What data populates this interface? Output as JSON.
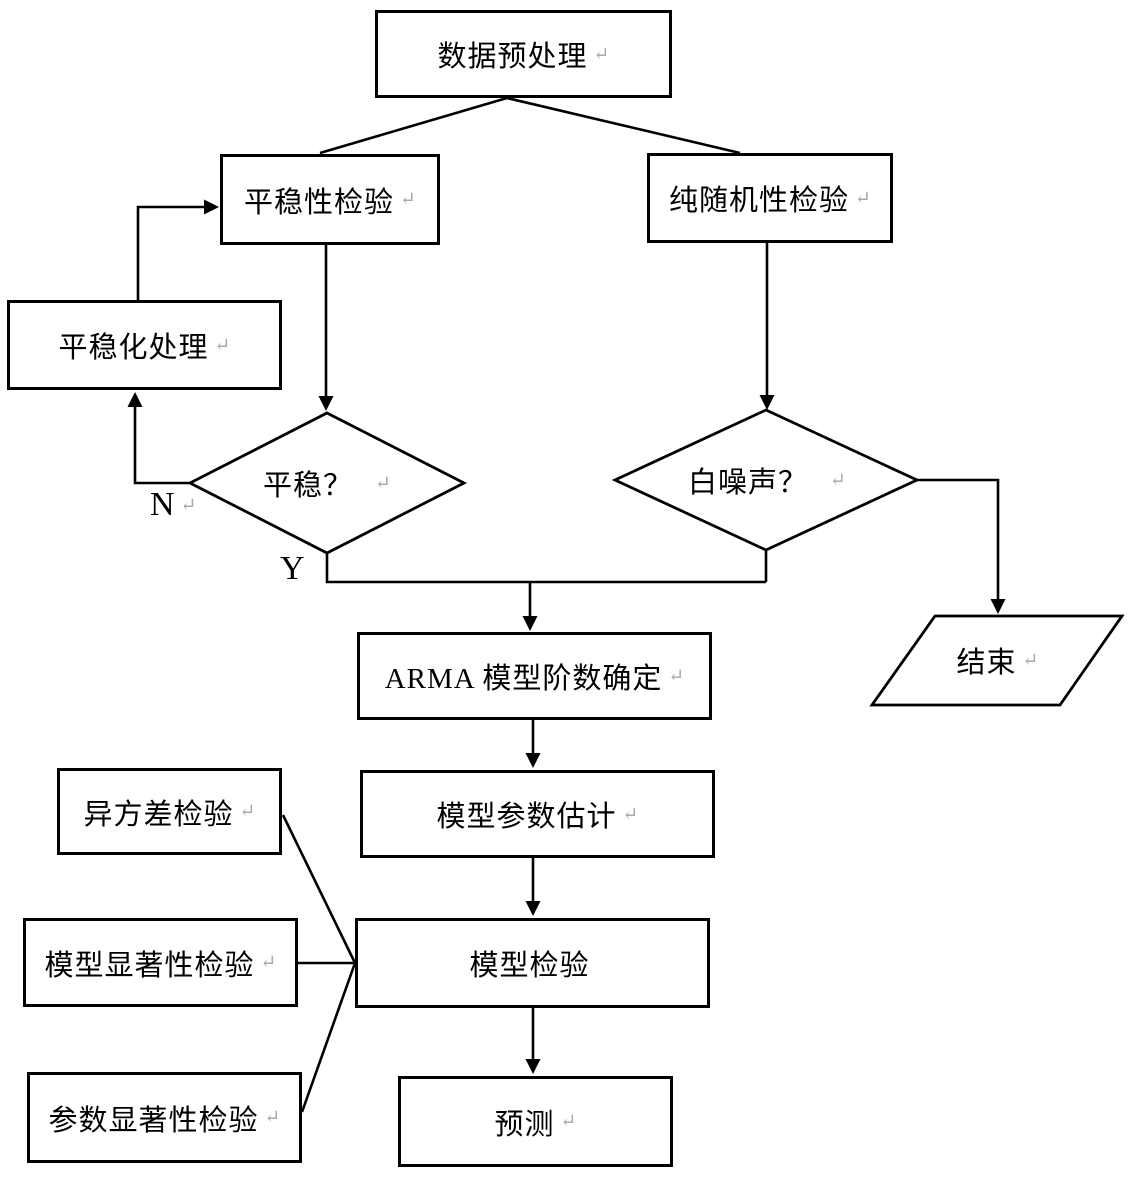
{
  "diagram": {
    "type": "flowchart",
    "language": "zh-CN",
    "colors": {
      "background": "#ffffff",
      "line": "#000000",
      "text": "#000000",
      "paragraph_mark": "#a9a9a9"
    },
    "paragraph_mark_glyph": "↵",
    "nodes": {
      "preprocess": {
        "label": "数据预处理",
        "shape": "process",
        "mark": "↵"
      },
      "stationarity": {
        "label": "平稳性检验",
        "shape": "process",
        "mark": "↵"
      },
      "randomness": {
        "label": "纯随机性检验",
        "shape": "process",
        "mark": "↵"
      },
      "stationarize": {
        "label": "平稳化处理",
        "shape": "process",
        "mark": "↵"
      },
      "stationary_q": {
        "label": "平稳？",
        "shape": "decision",
        "mark": "↵"
      },
      "whitenoise_q": {
        "label": "白噪声？",
        "shape": "decision",
        "mark": "↵"
      },
      "end": {
        "label": "结束",
        "shape": "parallelogram",
        "mark": "↵"
      },
      "arma_order": {
        "label": "ARMA 模型阶数确定",
        "shape": "process",
        "mark": "↵"
      },
      "estimate": {
        "label": "模型参数估计",
        "shape": "process",
        "mark": "↵"
      },
      "hetero_test": {
        "label": "异方差检验",
        "shape": "process",
        "mark": "↵"
      },
      "model_sig": {
        "label": "模型显著性检验",
        "shape": "process",
        "mark": "↵"
      },
      "model_check": {
        "label": "模型检验",
        "shape": "process",
        "mark": ""
      },
      "param_sig": {
        "label": "参数显著性检验",
        "shape": "process",
        "mark": "↵"
      },
      "forecast": {
        "label": "预测",
        "shape": "process",
        "mark": "↵"
      }
    },
    "branch_labels": {
      "no": {
        "label": "N",
        "mark": "↵"
      },
      "yes": {
        "label": "Y",
        "mark": ""
      }
    },
    "edges": [
      "数据预处理→平稳性检验",
      "数据预处理→纯随机性检验",
      "平稳性检验→平稳？",
      "平稳？-N→平稳化处理",
      "平稳化处理→平稳性检验",
      "平稳？-Y→ARMA 模型阶数确定",
      "纯随机性检验→白噪声？",
      "白噪声？→ARMA 模型阶数确定",
      "白噪声？→结束",
      "ARMA 模型阶数确定→模型参数估计",
      "模型参数估计→模型检验",
      "异方差检验→模型检验",
      "模型显著性检验→模型检验",
      "参数显著性检验→模型检验",
      "模型检验→预测"
    ]
  }
}
